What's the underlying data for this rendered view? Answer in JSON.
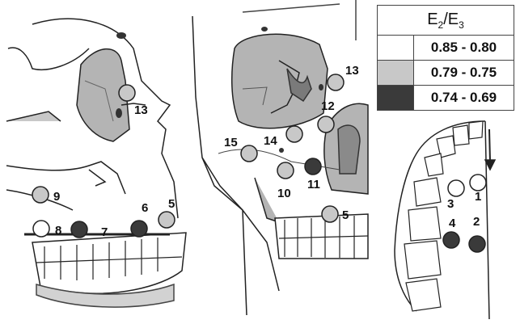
{
  "legend": {
    "title_main": "E",
    "title_sub1": "2",
    "title_sep": "/E",
    "title_sub2": "3",
    "rows": [
      {
        "range": "0.85 - 0.80",
        "color": "#ffffff"
      },
      {
        "range": "0.79 - 0.75",
        "color": "#c8c8c8"
      },
      {
        "range": "0.74 - 0.69",
        "color": "#3a3a3a"
      }
    ]
  },
  "points": [
    "1",
    "2",
    "3",
    "4",
    "5",
    "6",
    "7",
    "8",
    "9",
    "10",
    "11",
    "12",
    "13",
    "14",
    "15",
    "5",
    "13"
  ]
}
